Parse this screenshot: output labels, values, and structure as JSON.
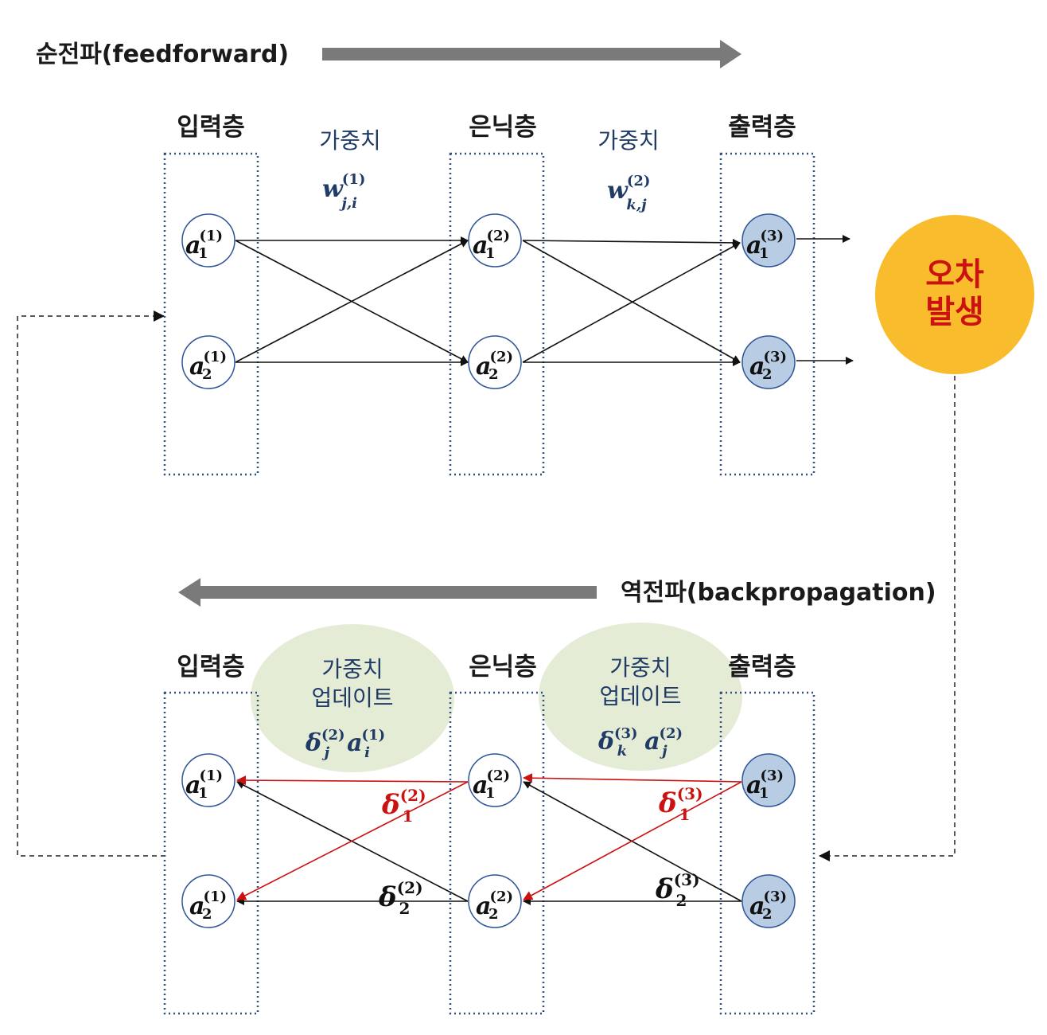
{
  "feedforward": {
    "title": "순전파(feedforward)"
  },
  "backprop": {
    "title": "역전파(backpropagation)"
  },
  "layers": {
    "input": "입력층",
    "hidden": "은닉층",
    "output": "출력층"
  },
  "weights": {
    "label": "가중치",
    "w1": {
      "base": "w",
      "sub": "j,i",
      "sup": "(1)"
    },
    "w2": {
      "base": "w",
      "sub": "k,j",
      "sup": "(2)"
    }
  },
  "update": {
    "line1": "가중치",
    "line2": "업데이트",
    "expr1": {
      "d": "δ",
      "dsub": "j",
      "dsup": "(2)",
      "a": "a",
      "asub": "i",
      "asup": "(1)"
    },
    "expr2": {
      "d": "δ",
      "dsub": "k",
      "dsup": "(3)",
      "a": "a",
      "asub": "j",
      "asup": "(2)"
    }
  },
  "error": {
    "line1": "오차",
    "line2": "발생"
  },
  "nodes": {
    "a11": {
      "base": "a",
      "sub": "1",
      "sup": "(1)"
    },
    "a21": {
      "base": "a",
      "sub": "2",
      "sup": "(1)"
    },
    "a12": {
      "base": "a",
      "sub": "1",
      "sup": "(2)"
    },
    "a22": {
      "base": "a",
      "sub": "2",
      "sup": "(2)"
    },
    "a13": {
      "base": "a",
      "sub": "1",
      "sup": "(3)"
    },
    "a23": {
      "base": "a",
      "sub": "2",
      "sup": "(3)"
    }
  },
  "deltas": {
    "d12": {
      "base": "δ",
      "sub": "1",
      "sup": "(2)"
    },
    "d22": {
      "base": "δ",
      "sub": "2",
      "sup": "(2)"
    },
    "d13": {
      "base": "δ",
      "sub": "1",
      "sup": "(3)"
    },
    "d23": {
      "base": "δ",
      "sub": "2",
      "sup": "(3)"
    }
  },
  "colors": {
    "arrow_gray": "#7a7a7a",
    "box_dots": "#2f4f7f",
    "node_output_fill": "#b8cde4",
    "node_stroke": "#2f5597",
    "error_fill": "#f9bc2c",
    "update_fill": "#e4ecd6",
    "red": "#cc1111"
  }
}
